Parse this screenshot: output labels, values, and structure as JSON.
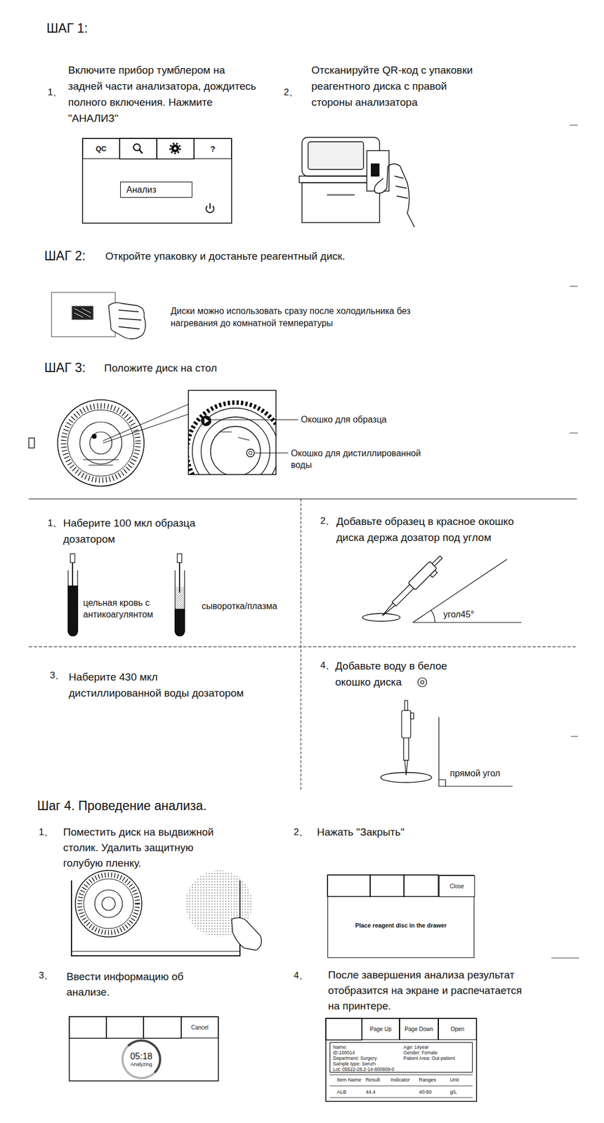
{
  "diagram": {
    "nodes": [
      {
        "text": [
          "QC"
        ]
      },
      {
        "text": [
          "?"
        ]
      },
      {
        "text": [
          "Анализ"
        ]
      },
      {
        "text": [
          "Place reagent disc in the drawer"
        ]
      },
      {
        "text": [
          "Close"
        ],
        "in": 3
      },
      {
        "text": [
          "Cancel"
        ]
      },
      {
        "text": [
          "05:18",
          "Analyzing"
        ]
      },
      {
        "text": [
          "Page Up"
        ]
      },
      {
        "text": [
          "Page Down"
        ]
      },
      {
        "text": [
          "Open"
        ]
      },
      {
        "text": [
          "Name:",
          "ID:100014",
          "Department: Surgery",
          "Sample type: Serum",
          "Lot: 05522-28.2-14-800809-0",
          "Age: 14year",
          "Gender: Female",
          "Patient Area: Out-patient"
        ]
      }
    ],
    "labels": [
      "ШАГ 1:",
      "1、",
      "Включите прибор тумблером на задней части анализатора, дождитесь полного включения. Нажмите \"АНАЛИЗ\"",
      "2、",
      "Отсканируйте QR-код с упаковки реагентного диска с правой стороны анализатора",
      "ШАГ 2:",
      "Откройте упаковку и достаньте реагентный диск.",
      "Диски можно использовать сразу после холодильника без нагревания до комнатной температуры",
      "ШАГ 3:",
      "Положите диск на стол",
      "Окошко для образца",
      "Окошко для дистиллированной воды",
      "1、",
      "Наберите 100 мкл образца дозатором",
      "цельная кровь с антикоагулянтом",
      "сыворотка/плазма",
      "2、",
      "Добавьте образец в красное окошко диска держа дозатор под углом",
      "угол45°",
      "3、",
      "Наберите 430 мкл дистиллированной воды дозатором",
      "4、",
      "Добавьте воду в белое окошко диска",
      "прямой угол",
      "Шаг 4. Проведение анализа.",
      "1、",
      "Поместить диск на выдвижной столик. Удалить защитную голубую пленку.",
      "2、",
      "Нажать \"Закрыть\"",
      "3、",
      "Ввести информацию об анализе.",
      "4、",
      "После завершения анализа результат отобразится на экране и распечатается на принтере.",
      "Item Name",
      "Result",
      "Indicator",
      "Ranges",
      "Unit",
      "ALB",
      "44.4",
      "40-50",
      "g/L"
    ]
  }
}
